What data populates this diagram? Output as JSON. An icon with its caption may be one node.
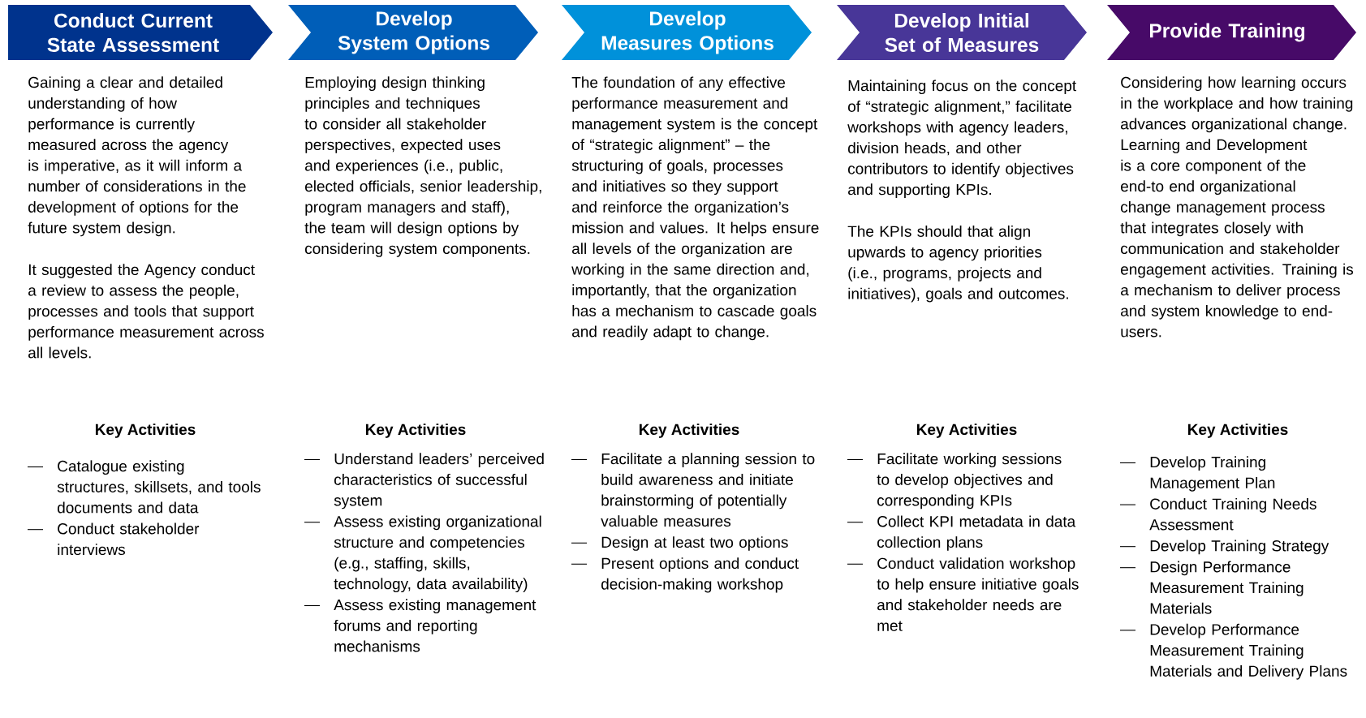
{
  "diagram": {
    "nodes": [
      {
        "text": [
          "Conduct Current State Assessment"
        ],
        "beside": [
          "Gaining a clear and detailed understanding of how performance is currently measured across the agency is imperative, as it will inform a number of considerations in the development of options for the future system design.",
          "It suggested the Agency conduct a review to assess the people, processes and tools that support performance measurement across all levels.",
          "Key Activities",
          "Catalogue existing structures, skillsets, and tools documents and data",
          "Conduct stakeholder interviews"
        ]
      },
      {
        "text": [
          "Develop System Options"
        ],
        "beside": [
          "Employing design thinking principles and techniques to consider all stakeholder perspectives, expected uses and experiences (i.e., public, elected officials, senior leadership, program managers and staff), the team will design options by considering system components.",
          "Key Activities",
          "Understand leaders’ perceived characteristics of successful system",
          "Assess existing organizational structure and competencies (e.g., staffing, skills, technology, data availability)",
          "Assess existing management forums and reporting mechanisms"
        ]
      },
      {
        "text": [
          "Develop Measures Options"
        ],
        "beside": [
          "The foundation of any effective performance measurement and management system is the concept of “strategic alignment” – the structuring of goals, processes and initiatives so they support and reinforce the organization’s mission and values. It helps ensure all levels of the organization are working in the same direction and, importantly, that the organization has a mechanism to cascade goals and readily adapt to change.",
          "Key Activities",
          "Facilitate a planning session to build awareness and initiate brainstorming of potentially valuable measures",
          "Design at least two options",
          "Present options and conduct decision-making workshop"
        ]
      },
      {
        "text": [
          "Develop Initial Set of Measures"
        ],
        "beside": [
          "Maintaining focus on the concept of “strategic alignment,” facilitate workshops with agency leaders, division heads, and other contributors to identify objectives and supporting KPIs.",
          "The KPIs should that align upwards to agency priorities (i.e., programs, projects and initiatives), goals and outcomes.",
          "Key Activities",
          "Facilitate working sessions to develop objectives and corresponding KPIs",
          "Collect KPI metadata in data collection plans",
          "Conduct validation workshop to help ensure initiative goals and stakeholder needs are met"
        ]
      },
      {
        "text": [
          "Provide Training"
        ],
        "beside": [
          "Considering how learning occurs in the workplace and how training advances organizational change. Learning and Development is a core component of the end-to end organizational change management process that integrates closely with communication and stakeholder engagement activities. Training is a mechanism to deliver process and system knowledge to end-users.",
          "Key Activities",
          "Develop Training Management Plan",
          "Conduct Training Needs Assessment",
          "Develop Training Strategy",
          "Design Performance Measurement Training Materials",
          "Develop Performance Measurement Training Materials and Delivery Plans"
        ]
      }
    ]
  }
}
